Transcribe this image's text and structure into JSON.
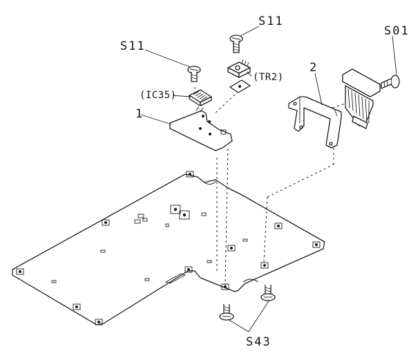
{
  "labels": {
    "s11_left": "S11",
    "s11_top": "S11",
    "s01": "S01",
    "tr2": "(TR2)",
    "ic35": "(IC35)",
    "part1": "1",
    "part2": "2",
    "s43": "S43"
  }
}
